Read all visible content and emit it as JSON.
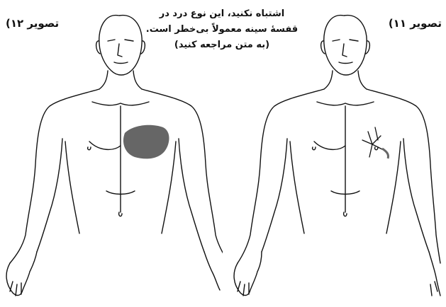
{
  "figures": [
    {
      "caption": "تصویر ۱۲)",
      "pain_marker": "shaded-area"
    },
    {
      "caption": "تصویر ۱۱)",
      "pain_marker": "sharp-lines"
    }
  ],
  "note": {
    "lines": [
      "اشتباه نکنید، این نوع درد در",
      "قفسهٔ سینه معمولاً بی‌خطر است.",
      "(به متن مراجعه کنید)"
    ]
  },
  "colors": {
    "ink": "#111111",
    "shading": "#666666",
    "background": "#ffffff"
  }
}
